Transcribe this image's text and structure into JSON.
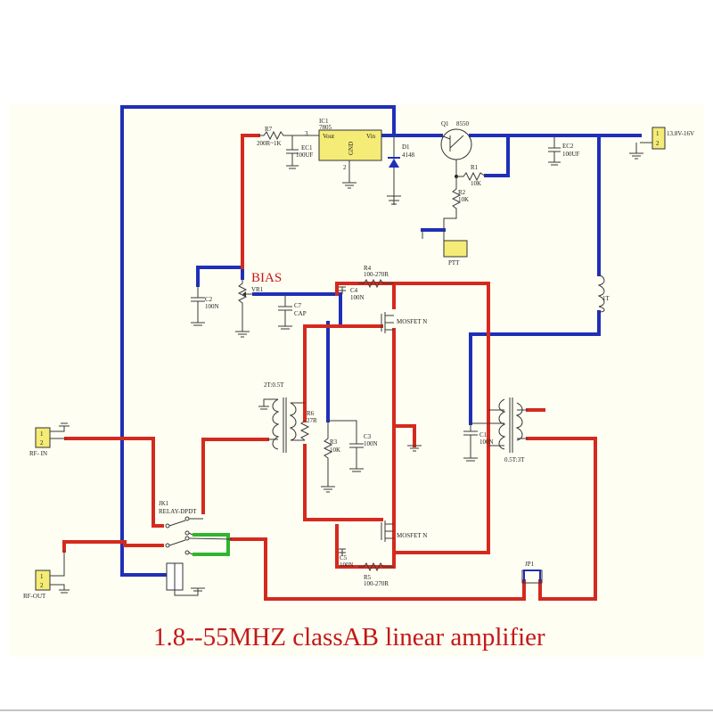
{
  "title": "1.8--55MHZ classAB  linear amplifier",
  "bias_label": "BIAS",
  "colors": {
    "hot_trace": "#d42a1e",
    "cold_trace": "#1f2fb8",
    "jumper": "#2fb52f",
    "panel": "#fffef3",
    "title": "#c41818"
  },
  "components": {
    "ic1": {
      "ref": "IC1",
      "part": "7805",
      "pin_vout": "Vout",
      "pin_vin": "Vin",
      "pin_gnd": "GND",
      "pin3": "3",
      "pin2": "2"
    },
    "r7": {
      "ref": "R7",
      "value": "200R~1K"
    },
    "ec1": {
      "ref": "EC1",
      "value": "100UF"
    },
    "d1": {
      "ref": "D1",
      "value": "4148"
    },
    "q1": {
      "ref": "Q1",
      "part": "8550"
    },
    "r1": {
      "ref": "R1",
      "value": "10K"
    },
    "r2": {
      "ref": "R2",
      "value": "10K"
    },
    "ptt": {
      "ref": "PTT"
    },
    "ec2": {
      "ref": "EC2",
      "value": "100UF"
    },
    "supply": {
      "label": "13.8V-16V",
      "pin1": "1",
      "pin2": "2"
    },
    "c2": {
      "ref": "C2",
      "value": "100N"
    },
    "vr1": {
      "ref": "VR1"
    },
    "c7": {
      "ref": "C7",
      "value": "CAP"
    },
    "c4": {
      "ref": "C4",
      "value": "100N"
    },
    "r4": {
      "ref": "R4",
      "value": "100-270R"
    },
    "q_upper": {
      "label": "MOSFET N"
    },
    "q_lower": {
      "label": "MOSFET N"
    },
    "t_in": {
      "label": "2T:0.5T"
    },
    "r6": {
      "ref": "R6",
      "value": "27R"
    },
    "r3": {
      "ref": "R3",
      "value": "10K"
    },
    "c3": {
      "ref": "C3",
      "value": "100N"
    },
    "choke": {
      "label": "1T"
    },
    "c1": {
      "ref": "C1",
      "value": "100N"
    },
    "t_out": {
      "label": "0.5T:3T"
    },
    "rf_in": {
      "label": "RF- IN",
      "pin1": "1",
      "pin2": "2"
    },
    "rf_out": {
      "label": "RF-OUT",
      "pin1": "1",
      "pin2": "2"
    },
    "relay": {
      "ref": "JK1",
      "label": "RELAY-DPDT"
    },
    "c5": {
      "ref": "C5",
      "value": "100N"
    },
    "r5": {
      "ref": "R5",
      "value": "100-270R"
    },
    "jp1": {
      "ref": "JP1"
    }
  }
}
